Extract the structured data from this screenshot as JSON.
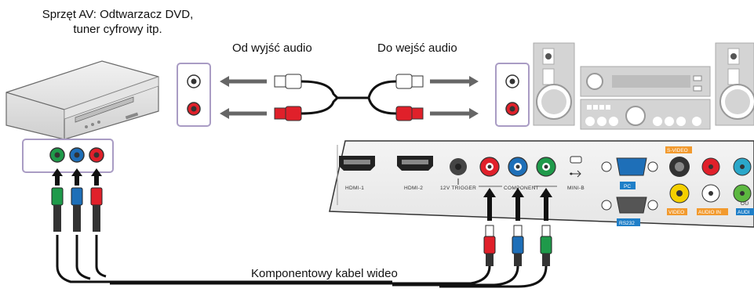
{
  "labels": {
    "source_device": "Sprzęt AV: Odtwarzacz DVD,",
    "source_device_line2": "tuner cyfrowy itp.",
    "from_audio_out": "Od wyjść audio",
    "to_audio_in": "Do wejść audio",
    "component_cable": "Komponentowy kabel wideo"
  },
  "panel_labels": {
    "hdmi1": "HDMI-1",
    "hdmi2": "HDMI-2",
    "trigger": "12V TRIGGER",
    "component": "COMPONENT",
    "minib": "MINI-B",
    "pc": "PC",
    "rs232": "RS232",
    "svideo": "S-VIDEO",
    "video": "VIDEO",
    "audio_in": "AUDIO IN",
    "audio_out_partial": "AUDI",
    "out_partial": "OU"
  },
  "colors": {
    "red": "#e0202a",
    "green": "#1f9a4a",
    "blue": "#1e6fb8",
    "gray_device": "#d4d4d4",
    "gray_outline": "#6a6a6a",
    "jack_frame": "#a99cc4",
    "orange_tag": "#f29a2e",
    "blue_tag": "#1f7fc8",
    "arrow": "#666666"
  },
  "icons": {
    "usb": "usb-icon",
    "arrow_left": "arrow-left-icon",
    "arrow_right": "arrow-right-icon",
    "arrow_up": "arrow-up-icon"
  }
}
